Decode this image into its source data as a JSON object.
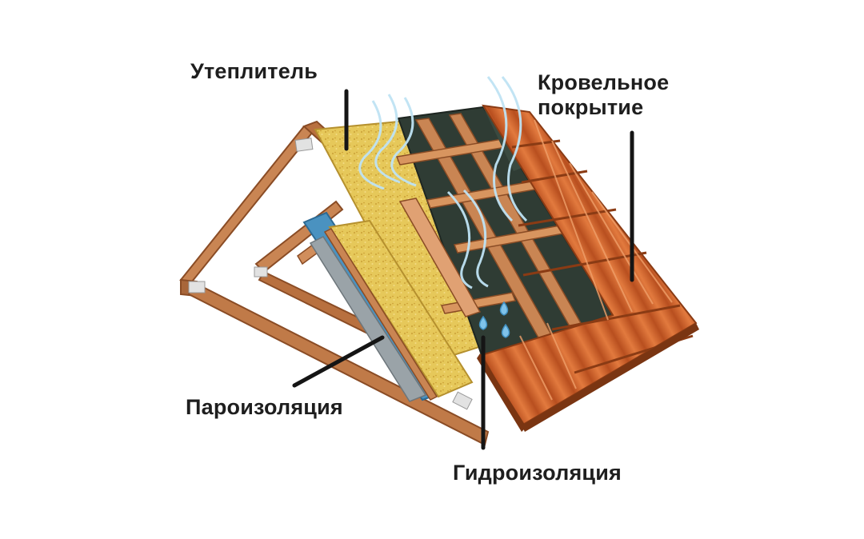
{
  "labels": {
    "insulation": "Утеплитель",
    "roofing_line1": "Кровельное",
    "roofing_line2": "покрытие",
    "vapor_barrier": "Пароизоляция",
    "waterproofing": "Гидроизоляция"
  },
  "colors": {
    "tile": "#d4642a",
    "tile_dark": "#a9461a",
    "tile_light": "#e98a4e",
    "wood": "#c07a48",
    "wood_dark": "#8a4c25",
    "wood_light": "#e0a173",
    "membrane": "#2f3c34",
    "insulation": "#e6c85a",
    "insulation_dark": "#c9a437",
    "vapor_film": "#4a92c0",
    "leader": "#151515",
    "water_drop": "#7fc3ea"
  }
}
